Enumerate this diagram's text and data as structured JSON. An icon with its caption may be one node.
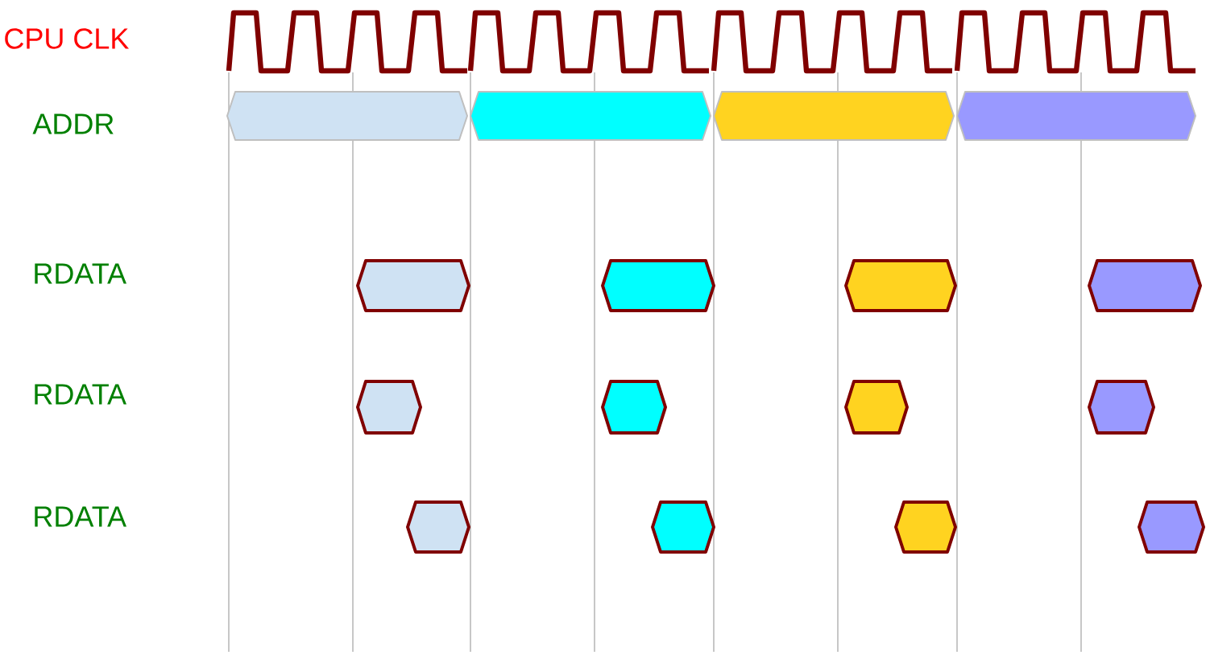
{
  "diagram": {
    "labels": [
      "CPU CLK",
      "ADDR",
      "RDATA",
      "RDATA",
      "RDATA"
    ]
  }
}
